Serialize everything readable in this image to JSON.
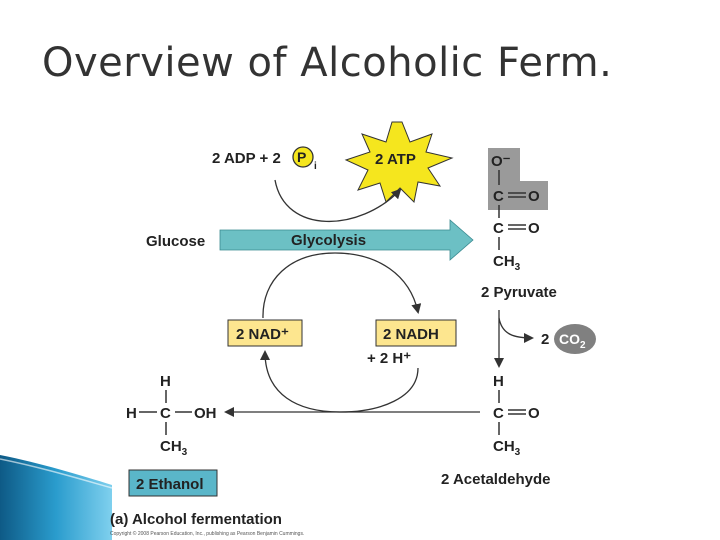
{
  "title": "Overview of Alcoholic Ferm.",
  "inputs": {
    "adp_label": "2 ADP + 2",
    "phosphate_symbol": "P",
    "phosphate_subscript": "i",
    "atp_label": "2 ATP"
  },
  "glycolysis": {
    "glucose_label": "Glucose",
    "arrow_label": "Glycolysis"
  },
  "pyruvate": {
    "o_minus": "O⁻",
    "c_top": "C",
    "o_double_top": "O",
    "c_mid": "C",
    "o_double_mid": "O",
    "ch3": "CH",
    "ch3_sub": "3",
    "name": "2 Pyruvate"
  },
  "co2": {
    "prefix": "2",
    "label": "CO",
    "subscript": "2"
  },
  "nad": {
    "nad_label": "2 NAD⁺",
    "nadh_label": "2 NADH",
    "protons": "+ 2 H⁺"
  },
  "acetaldehyde": {
    "h": "H",
    "c": "C",
    "o": "O",
    "ch3": "CH",
    "ch3_sub": "3",
    "name": "2 Acetaldehyde"
  },
  "ethanol": {
    "h_top": "H",
    "h_left": "H",
    "c": "C",
    "oh": "OH",
    "ch3": "CH",
    "ch3_sub": "3",
    "name": "2 Ethanol"
  },
  "caption": "(a) Alcohol fermentation",
  "copyright": "Copyright © 2008 Pearson Education, Inc., publishing as Pearson Benjamin Cummings.",
  "colors": {
    "atp_burst": "#f5e61e",
    "glycolysis_arrow": "#6cc0c4",
    "nad_box": "#fde68f",
    "pyruvate_highlight": "#9a9a9a",
    "co2_ellipse": "#808080",
    "ethanol_box": "#5ab6c9",
    "swoosh": "#1e7fb0"
  }
}
